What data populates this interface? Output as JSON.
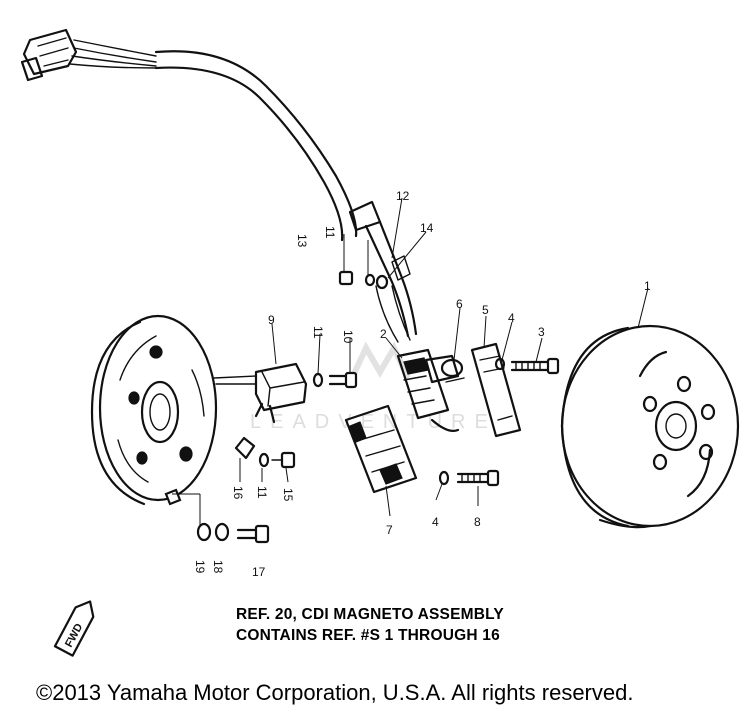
{
  "callouts": {
    "c1": "1",
    "c2": "2",
    "c3": "3",
    "c4a": "4",
    "c4b": "4",
    "c5": "5",
    "c6": "6",
    "c7": "7",
    "c8": "8",
    "c9": "9",
    "c10": "10",
    "c11a": "11",
    "c11b": "11",
    "c11c": "11",
    "c12": "12",
    "c13": "13",
    "c14": "14",
    "c15": "15",
    "c16": "16",
    "c17": "17",
    "c18": "18",
    "c19": "19"
  },
  "caption": {
    "line1": "REF. 20, CDI MAGNETO ASSEMBLY",
    "line2": "CONTAINS REF. #S 1 THROUGH 16"
  },
  "front_marker": "FWD",
  "watermark": "LEADVENTURE",
  "copyright": "©2013 Yamaha Motor Corporation, U.S.A. All rights reserved.",
  "colors": {
    "ink": "#111111",
    "background": "#ffffff",
    "watermark": "#cfcfcf"
  }
}
